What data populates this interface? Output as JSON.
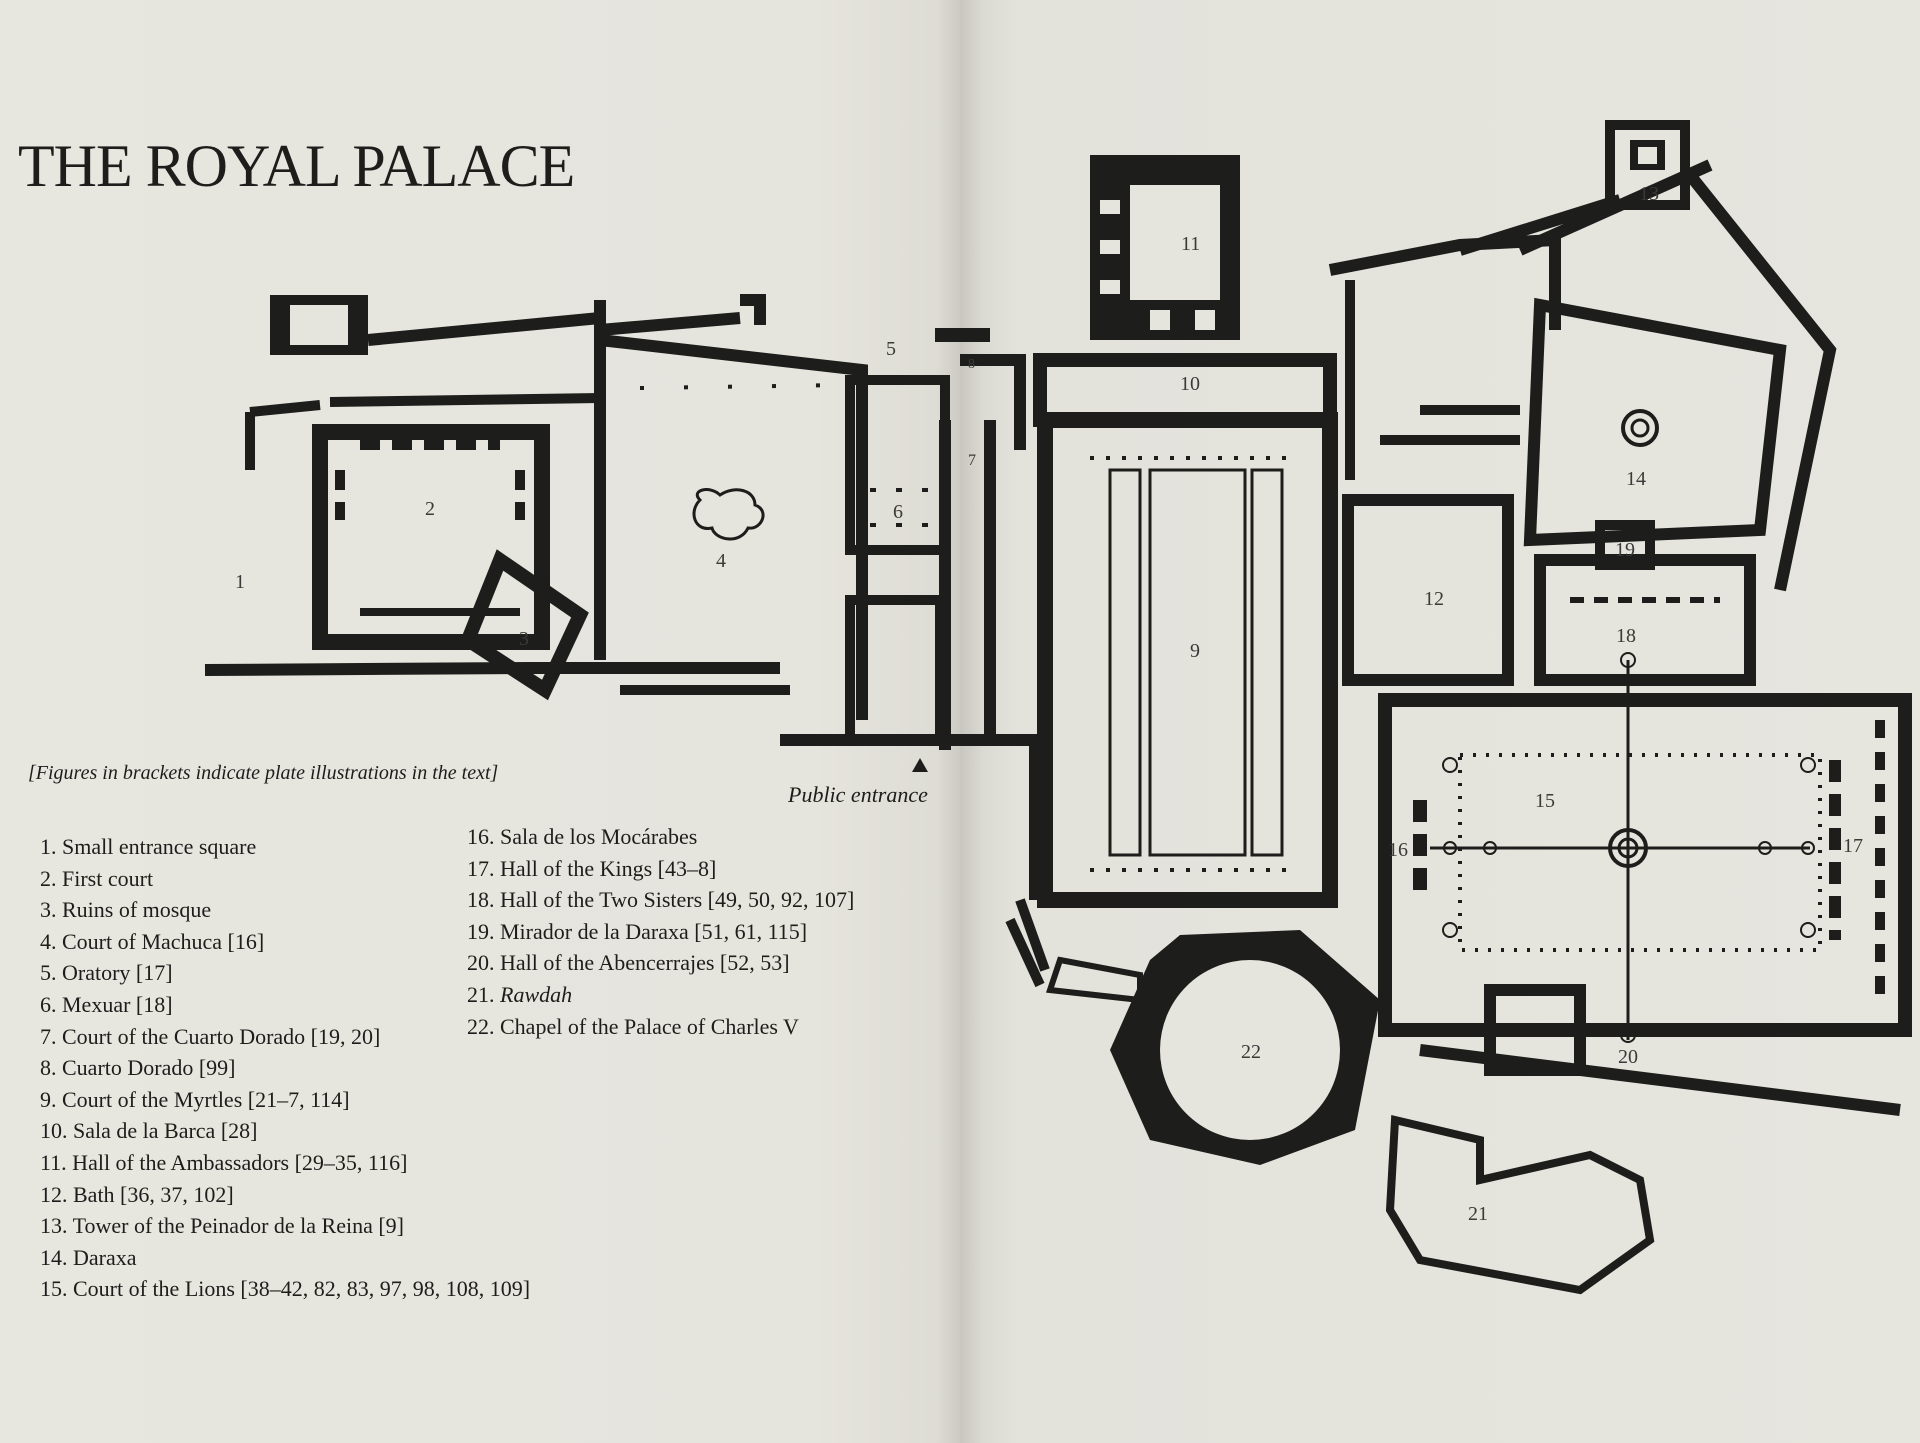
{
  "title": "THE ROYAL PALACE",
  "note": "[Figures in brackets indicate plate illustrations in the text]",
  "entrance_label": "Public entrance",
  "legend_left": [
    {
      "text": "1. Small entrance square"
    },
    {
      "text": "2. First court"
    },
    {
      "text": "3. Ruins of mosque"
    },
    {
      "text": "4. Court of Machuca [16]"
    },
    {
      "text": "5. Oratory [17]"
    },
    {
      "text": "6. Mexuar [18]"
    },
    {
      "text": "7. Court of the Cuarto Dorado [19, 20]"
    },
    {
      "text": "8. Cuarto Dorado [99]"
    },
    {
      "text": "9. Court of the Myrtles [21–7, 114]"
    },
    {
      "text": "10. Sala de la Barca [28]"
    },
    {
      "text": "11. Hall of the Ambassadors [29–35, 116]"
    },
    {
      "text": "12. Bath [36, 37, 102]"
    },
    {
      "text": "13. Tower of the Peinador de la Reina [9]"
    },
    {
      "text": "14. Daraxa"
    },
    {
      "text": "15. Court of the Lions [38–42, 82, 83, 97, 98, 108, 109]"
    }
  ],
  "legend_right": [
    {
      "num": "16.",
      "name": "Sala de los Mocárabes"
    },
    {
      "num": "17.",
      "name": "Hall of the Kings [43–8]"
    },
    {
      "num": "18.",
      "name": "Hall of the Two Sisters [49, 50, 92, 107]"
    },
    {
      "num": "19.",
      "name": "Mirador de la Daraxa [51, 61, 115]"
    },
    {
      "num": "20.",
      "name": "Hall of the Abencerrajes [52, 53]"
    },
    {
      "num": "21.",
      "name": "Rawdah",
      "italic": true
    },
    {
      "num": "22.",
      "name": "Chapel of the Palace of Charles V"
    }
  ],
  "plan_labels": [
    "1",
    "2",
    "3",
    "4",
    "5",
    "6",
    "7",
    "8",
    "9",
    "10",
    "11",
    "12",
    "13",
    "14",
    "15",
    "16",
    "17",
    "18",
    "19",
    "20",
    "21",
    "22"
  ],
  "colors": {
    "ink": "#1d1d1b",
    "paper": "#e5e4dd"
  }
}
